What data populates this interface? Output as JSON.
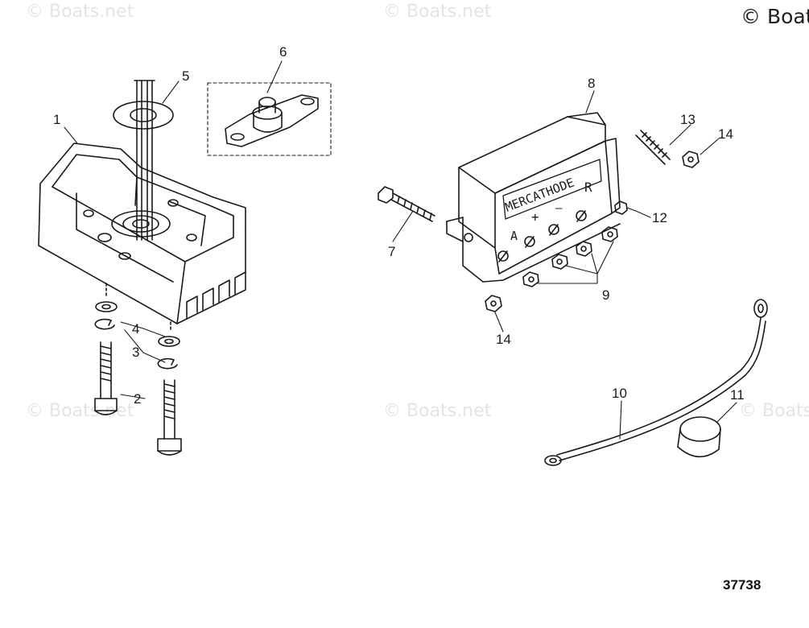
{
  "watermarks": {
    "brand": "© Boats.net",
    "corner": "© Boats"
  },
  "reference_number": "37738",
  "regulator_labels": {
    "brand": "MERCATHODE",
    "terminal_a": "A",
    "terminal_plus": "+",
    "terminal_minus": "—",
    "terminal_r": "R"
  },
  "callouts": {
    "c1": "1",
    "c2": "2",
    "c3": "3",
    "c4": "4",
    "c5": "5",
    "c6": "6",
    "c7": "7",
    "c8": "8",
    "c9": "9",
    "c10": "10",
    "c11": "11",
    "c12": "12",
    "c13": "13",
    "c14a": "14",
    "c14b": "14"
  }
}
